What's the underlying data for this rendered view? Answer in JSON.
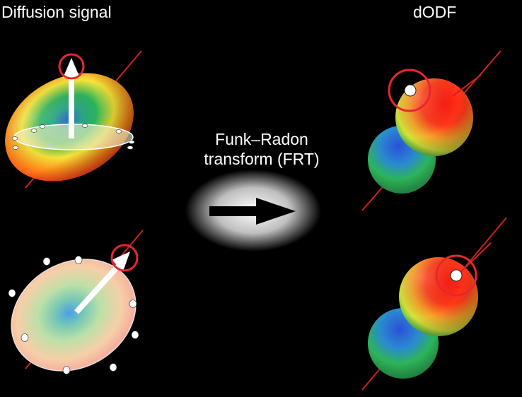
{
  "diagram": {
    "title_left": "Diffusion signal",
    "title_right": "dODF",
    "transform_label_line1": "Funk–Radon",
    "transform_label_line2": "transform (FRT)"
  },
  "colors": {
    "background": "#000000",
    "text": "#ffffff",
    "highlight_circle": "#e8262f",
    "fiber_axis": "#d02020",
    "arrow": "#ffffff",
    "glyph_red": "#ff2a1a",
    "glyph_yellow": "#f7e63a",
    "glyph_green": "#2db45a",
    "glyph_blue": "#2a6cd8"
  },
  "icons": {
    "transform_arrow": "right-arrow-icon",
    "max_direction_marker": "white-dot-icon"
  }
}
